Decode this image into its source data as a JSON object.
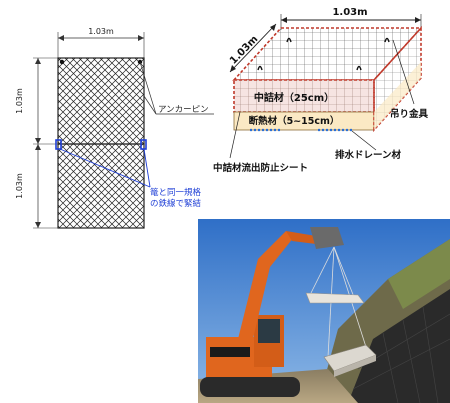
{
  "left_drawing": {
    "width_label": "1.03m",
    "height_label_top": "1.03m",
    "height_label_bottom": "1.03m",
    "anchor_pin_label": "アンカーピン",
    "tie_note_line1": "篭と同一規格",
    "tie_note_line2": "の鉄線で緊結",
    "tie_color": "#1f3fd6"
  },
  "right_drawing": {
    "width_label": "1.03m",
    "depth_label": "1.03m",
    "fill_label": "中詰材（25cm）",
    "insulation_label": "断熱材（5~15cm）",
    "hook_label": "吊り金具",
    "drain_label": "排水ドレーン材",
    "sheet_label": "中詰材流出防止シート",
    "outline_color": "#c0392b",
    "drain_color": "#2a6fd6"
  },
  "photo": {
    "description_icon": "excavator-photo",
    "sky_color": "#3d7fd1",
    "machine_color": "#e0661e"
  }
}
